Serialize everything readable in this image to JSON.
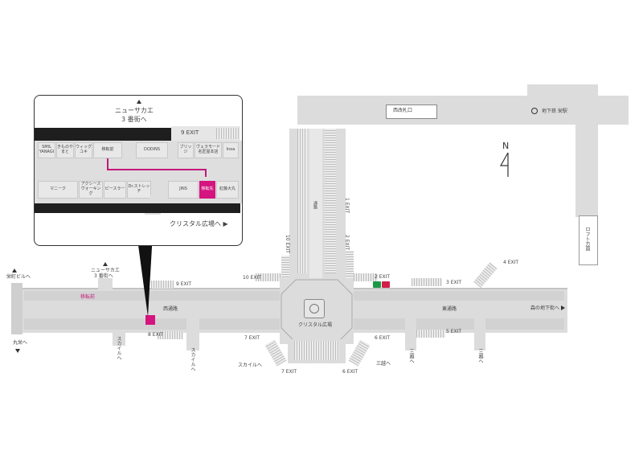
{
  "top": {
    "nishi2_label": "西改札口",
    "subway_label": "地下鉄 栄駅",
    "north_label": "N"
  },
  "inset": {
    "title_line1": "ニューサカエ",
    "title_line2": "3 番街へ",
    "exit9": "9 EXIT",
    "shops_top": [
      "SMIL YANAGI",
      "きものやまと",
      "ウィッグ ユキ",
      "移転前",
      "DODINS",
      "ブリッジ",
      "ヴェラモード 名匠屋本店",
      "Inoa"
    ],
    "shops_bottom": [
      "マニーク",
      "アクシーズ ヴォーキング",
      "ピースラー",
      "Dr.ストレッチ",
      "JINS",
      "移転先",
      "紅藤大丸"
    ],
    "crystal": "クリスタル広場へ ▶"
  },
  "main": {
    "left_top": "栄町ビルへ",
    "left_bottom": "丸栄へ",
    "new_sakae_1": "ニューサカエ",
    "new_sakae_2": "3 番街へ",
    "before_move": "移転前",
    "west_street": "西通路",
    "exit9": "9 EXIT",
    "exit8": "8 EXIT",
    "sky": "スカイルへ",
    "exit10": "10 EXIT",
    "exit2": "2 EXIT",
    "exit1": "1 EXIT",
    "exit3": "3 EXIT",
    "exit4": "4 EXIT",
    "exit5": "5 EXIT",
    "exit6": "6 EXIT",
    "exit7": "7 EXIT",
    "sky_bottom": "スカイルへ",
    "mitsukoshi": "三越へ",
    "crystal": "クリスタル広場",
    "east_street": "東通路",
    "mori_chika": "森の地下街へ",
    "mitsukoshi_v1": "三越へ",
    "mitsukoshi_v2": "三越へ",
    "sakae_v": "スカイルへ",
    "right_v": "ロフト方面"
  }
}
